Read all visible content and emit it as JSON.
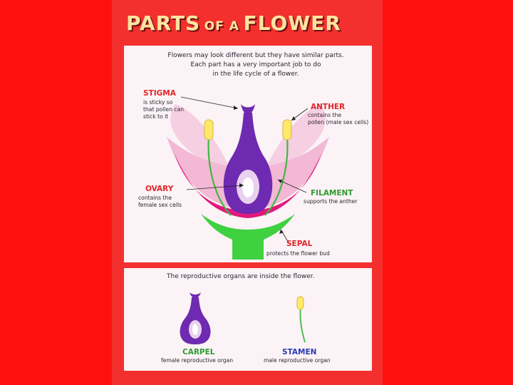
{
  "title": {
    "part1": "PARTS",
    "part2": "OF A",
    "part3": "FLOWER"
  },
  "intro": {
    "line1": "Flowers may look different but they have similar parts.",
    "line2": "Each part has a very important job to do",
    "line3": "in the life cycle of a flower."
  },
  "stigma": {
    "label": "STIGMA",
    "desc1": "is sticky so",
    "desc2": "that pollen can",
    "desc3": "stick to it"
  },
  "anther": {
    "label": "ANTHER",
    "desc1": "contains the",
    "desc2": "pollen (male sex cells)"
  },
  "ovary": {
    "label": "OVARY",
    "desc1": "contains the",
    "desc2": "female sex cells"
  },
  "filament": {
    "label": "FILAMENT",
    "desc1": "supports the anther"
  },
  "sepal": {
    "label": "SEPAL",
    "desc1": "protects the flower bud"
  },
  "reproductive": {
    "text": "The reproductive organs are inside the flower."
  },
  "carpel": {
    "label": "CARPEL",
    "desc1": "female reproductive organ"
  },
  "stamen": {
    "label": "STAMEN",
    "desc1": "male reproductive organ"
  },
  "colors": {
    "background": "#ff1010",
    "poster": "#f3302e",
    "panel": "#fbf3f6",
    "petal": "#f2b8d6",
    "petal_edge": "#e2187e",
    "carpel": "#6e2ab0",
    "sepal": "#3fd13f",
    "anther": "#ffe96b"
  }
}
